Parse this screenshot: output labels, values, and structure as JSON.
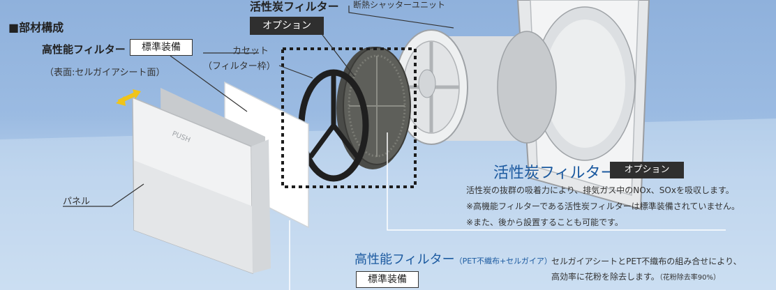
{
  "section_title": "■部材構成",
  "hp_filter": {
    "label": "高性能フィルター",
    "badge": "標準装備",
    "sub": "（表面:セルガイアシート面）"
  },
  "cassette": {
    "label1": "カセット",
    "label2": "（フィルター枠）"
  },
  "carbon_top": {
    "label": "活性炭フィルター",
    "badge": "オプション"
  },
  "shutter_label": "断熱シャッターユニット",
  "panel_label": "パネル",
  "panel_push": "PUSH",
  "carbon_detail": {
    "title": "活性炭フィルター",
    "badge": "オプション",
    "lines": [
      "活性炭の抜群の吸着力により、排気ガス中のNOx、SOxを吸収します。",
      "※高機能フィルターである活性炭フィルターは標準装備されていません。",
      "※また、後から設置することも可能です。"
    ]
  },
  "hp_detail": {
    "title": "高性能フィルター",
    "title_sub": "（PET不織布+セルガイア）",
    "badge": "標準装備",
    "line1": "セルガイアシートとPET不織布の組み合せにより、",
    "line2": "高効率に花粉を除去します。",
    "line2_small": "（花粉除去率90%）"
  }
}
